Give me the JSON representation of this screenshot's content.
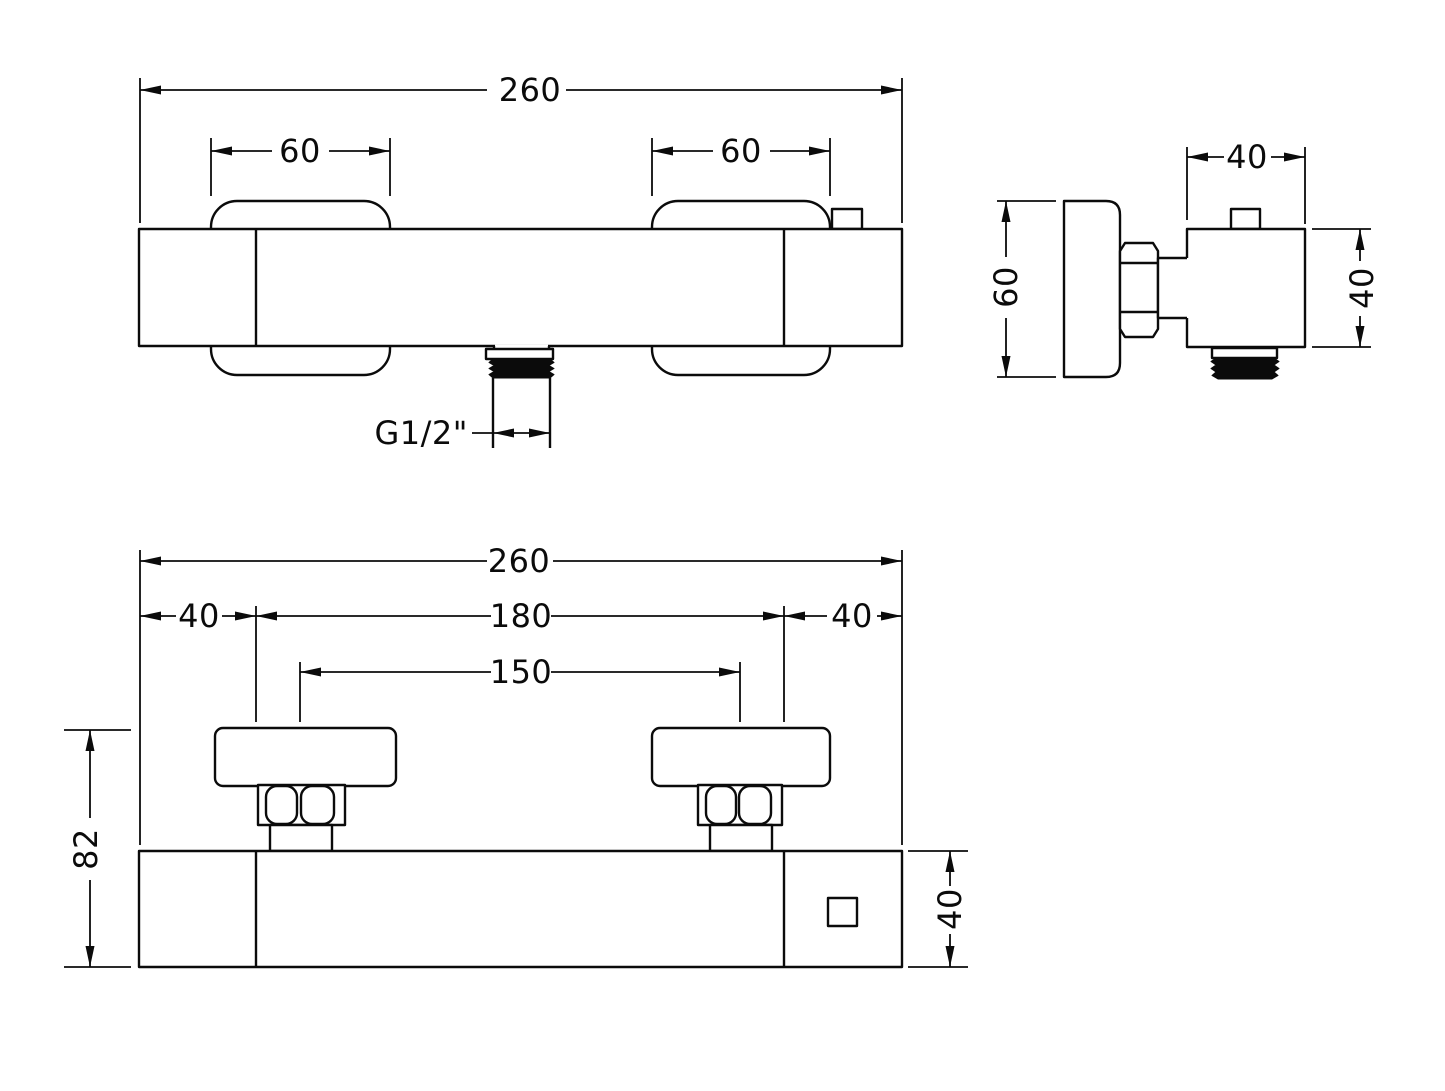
{
  "drawing": {
    "type": "technical-dimension-drawing",
    "subject": "thermostatic bar shower valve",
    "background_color": "#ffffff",
    "line_color": "#0b0b0b",
    "views": {
      "front": {
        "dims": {
          "total_width": "260",
          "left_block_width": "60",
          "right_block_width": "60",
          "outlet_thread": "G1/2\""
        }
      },
      "side": {
        "dims": {
          "plate_height": "60",
          "body_width": "40",
          "body_height": "40"
        }
      },
      "plan": {
        "dims": {
          "total_width": "260",
          "left_end_width": "40",
          "inner_width": "180",
          "right_end_width": "40",
          "inlet_centres": "150",
          "overall_depth": "82",
          "body_depth": "40"
        }
      }
    }
  }
}
